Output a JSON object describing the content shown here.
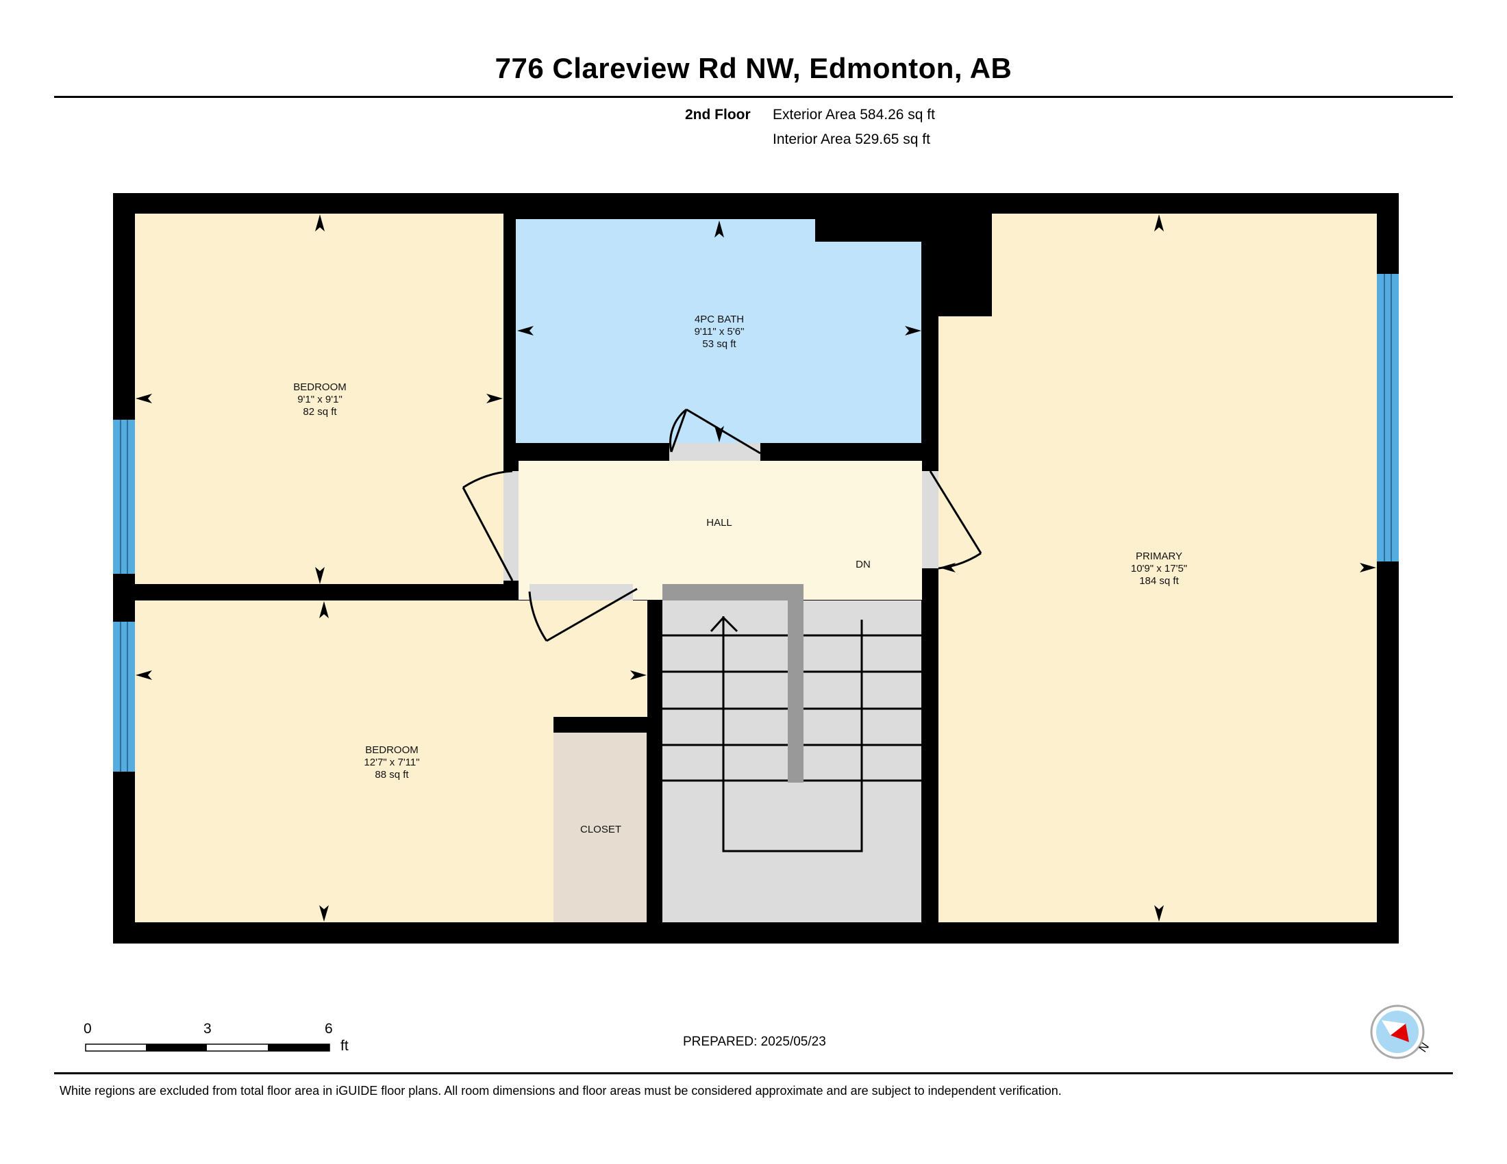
{
  "header": {
    "address": "776 Clareview Rd NW, Edmonton, AB",
    "floor": "2nd Floor",
    "exterior_area": "Exterior Area 584.26 sq ft",
    "interior_area": "Interior Area 529.65 sq ft"
  },
  "rooms": {
    "bedroom1": {
      "name": "BEDROOM",
      "dims": "9'1\" x 9'1\"",
      "area": "82 sq ft"
    },
    "bath": {
      "name": "4PC BATH",
      "dims": "9'11\" x 5'6\"",
      "area": "53 sq ft"
    },
    "primary": {
      "name": "PRIMARY",
      "dims": "10'9\" x 17'5\"",
      "area": "184 sq ft"
    },
    "hall": {
      "name": "HALL"
    },
    "stairs": {
      "label": "DN"
    },
    "bedroom2": {
      "name": "BEDROOM",
      "dims": "12'7\" x 7'11\"",
      "area": "88 sq ft"
    },
    "closet": {
      "name": "CLOSET"
    }
  },
  "scale": {
    "ticks": [
      "0",
      "3",
      "6"
    ],
    "unit": "ft"
  },
  "prepared": "PREPARED: 2025/05/23",
  "compass": {
    "label": "N"
  },
  "disclaimer": "White regions are excluded from total floor area in iGUIDE floor plans. All room dimensions and floor areas must be considered approximate and are subject to independent verification.",
  "colors": {
    "room_fill": "#fdf0cf",
    "hall_fill": "#fef7df",
    "bath_fill": "#bfe3fb",
    "closet_fill": "#e6ddd0",
    "stair_fill": "#dcdcdc",
    "window": "#55addf",
    "wall": "#000000"
  }
}
